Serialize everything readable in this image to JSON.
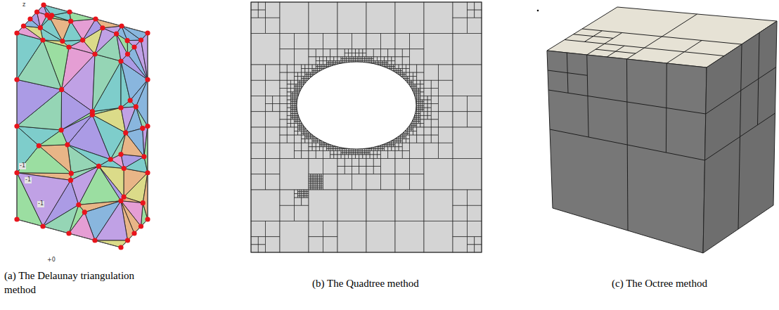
{
  "diagram": {
    "labels": [
      "z",
      "-1",
      "-1",
      "-1",
      "+0",
      "(a) The Delaunay triangulation method",
      "(b) The Quadtree method",
      "(c) The Octree method"
    ]
  }
}
